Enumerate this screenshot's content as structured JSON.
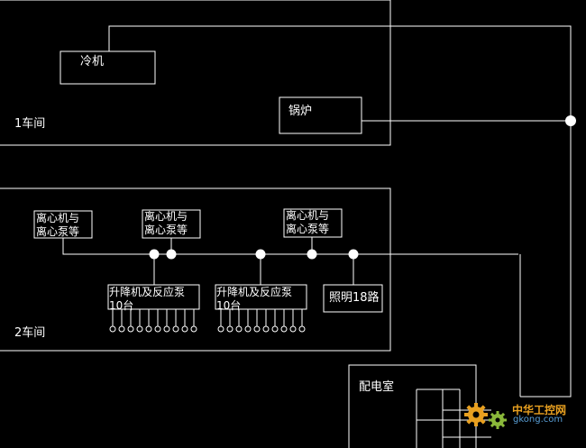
{
  "diagram": {
    "workshop1": {
      "label": "1车间",
      "chiller": "冷机",
      "boiler": "锅炉"
    },
    "workshop2": {
      "label": "2车间",
      "centrifuge_a": [
        "离心机与",
        "离心泵等"
      ],
      "centrifuge_b": [
        "离心机与",
        "离心泵等"
      ],
      "centrifuge_c": [
        "离心机与",
        "离心泵等"
      ],
      "lift_a": [
        "升降机及反应泵",
        "10台"
      ],
      "lift_b": [
        "升降机及反应泵",
        "10台"
      ],
      "lighting": "照明18路"
    },
    "distribution_room": "配电室"
  },
  "watermark": {
    "line1": "中华工控网",
    "line2": "gkong.com"
  },
  "colors": {
    "background": "#000000",
    "line": "#ffffff",
    "watermark": "#e8a020"
  }
}
